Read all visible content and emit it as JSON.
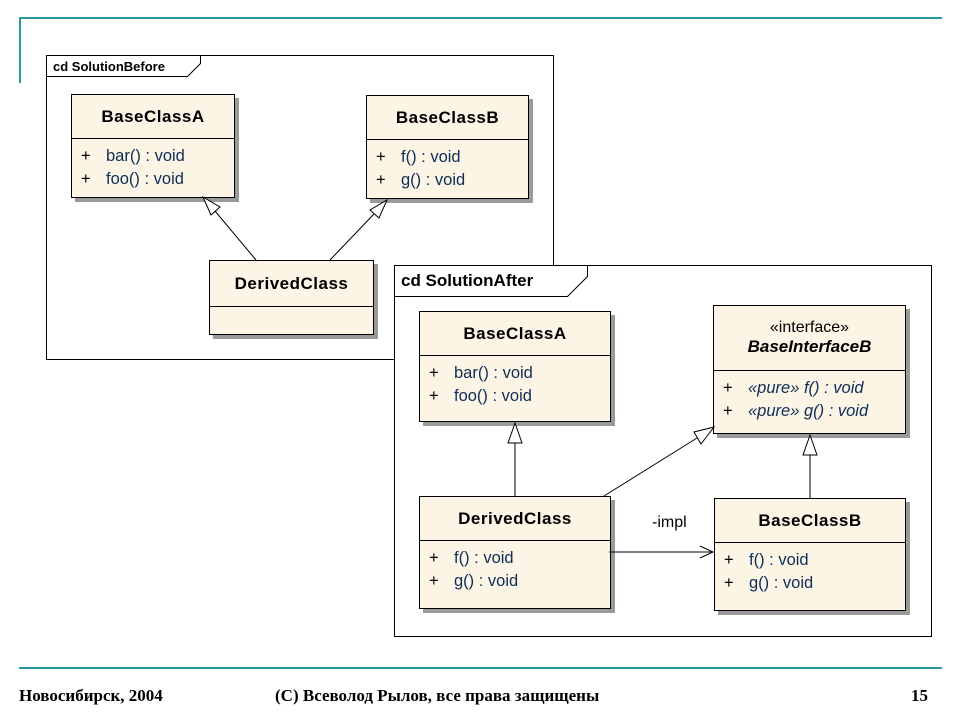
{
  "frames": {
    "before": {
      "label": "cd SolutionBefore"
    },
    "after": {
      "label": "cd SolutionAfter"
    }
  },
  "before": {
    "base_a": {
      "name": "BaseClassA",
      "ops": [
        {
          "vis": "+",
          "sig": "bar() : void"
        },
        {
          "vis": "+",
          "sig": "foo() : void"
        }
      ]
    },
    "base_b": {
      "name": "BaseClassB",
      "ops": [
        {
          "vis": "+",
          "sig": "f() : void"
        },
        {
          "vis": "+",
          "sig": "g() : void"
        }
      ]
    },
    "derived": {
      "name": "DerivedClass"
    }
  },
  "after": {
    "base_a": {
      "name": "BaseClassA",
      "ops": [
        {
          "vis": "+",
          "sig": "bar() : void"
        },
        {
          "vis": "+",
          "sig": "foo() : void"
        }
      ]
    },
    "iface": {
      "stereotype": "«interface»",
      "name": "BaseInterfaceB",
      "ops": [
        {
          "vis": "+",
          "sig": "«pure» f() : void"
        },
        {
          "vis": "+",
          "sig": "«pure» g() : void"
        }
      ]
    },
    "derived": {
      "name": "DerivedClass",
      "ops": [
        {
          "vis": "+",
          "sig": "f() : void"
        },
        {
          "vis": "+",
          "sig": "g() : void"
        }
      ]
    },
    "base_b": {
      "name": "BaseClassB",
      "ops": [
        {
          "vis": "+",
          "sig": "f() : void"
        },
        {
          "vis": "+",
          "sig": "g() : void"
        }
      ]
    },
    "assoc_label": "-impl"
  },
  "footer": {
    "left": "Новосибирск, 2004",
    "center": "(C) Всеволод Рылов, все права защищены",
    "page": "15"
  },
  "colors": {
    "accent_rule": "#2a9aa0",
    "class_fill": "#fcf4e4",
    "operation_text": "#0d2e58"
  }
}
